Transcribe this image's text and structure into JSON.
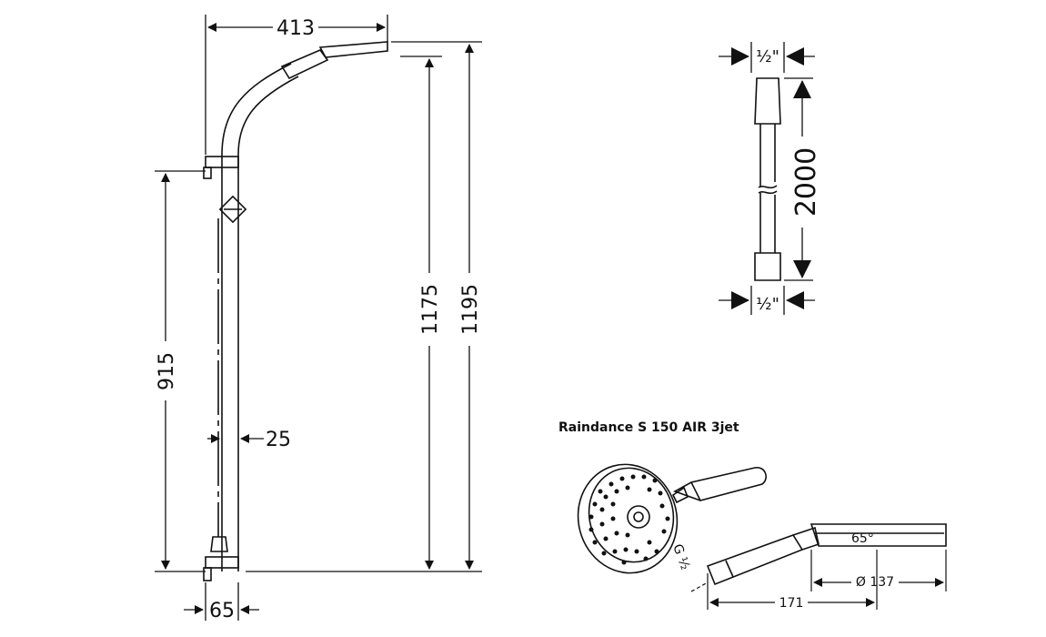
{
  "diagram": {
    "rail": {
      "width_413": "413",
      "height_1175": "1175",
      "height_1195": "1195",
      "height_915": "915",
      "dim_25": "25",
      "dim_65": "65"
    },
    "hose": {
      "thread_top": "½\"",
      "length_2000": "2000",
      "thread_bottom": "½\""
    },
    "handshower": {
      "title": "Raindance S 150 AIR 3jet",
      "angle": "65°",
      "thread": "G ½",
      "diameter": "Ø 137",
      "length": "171"
    }
  }
}
